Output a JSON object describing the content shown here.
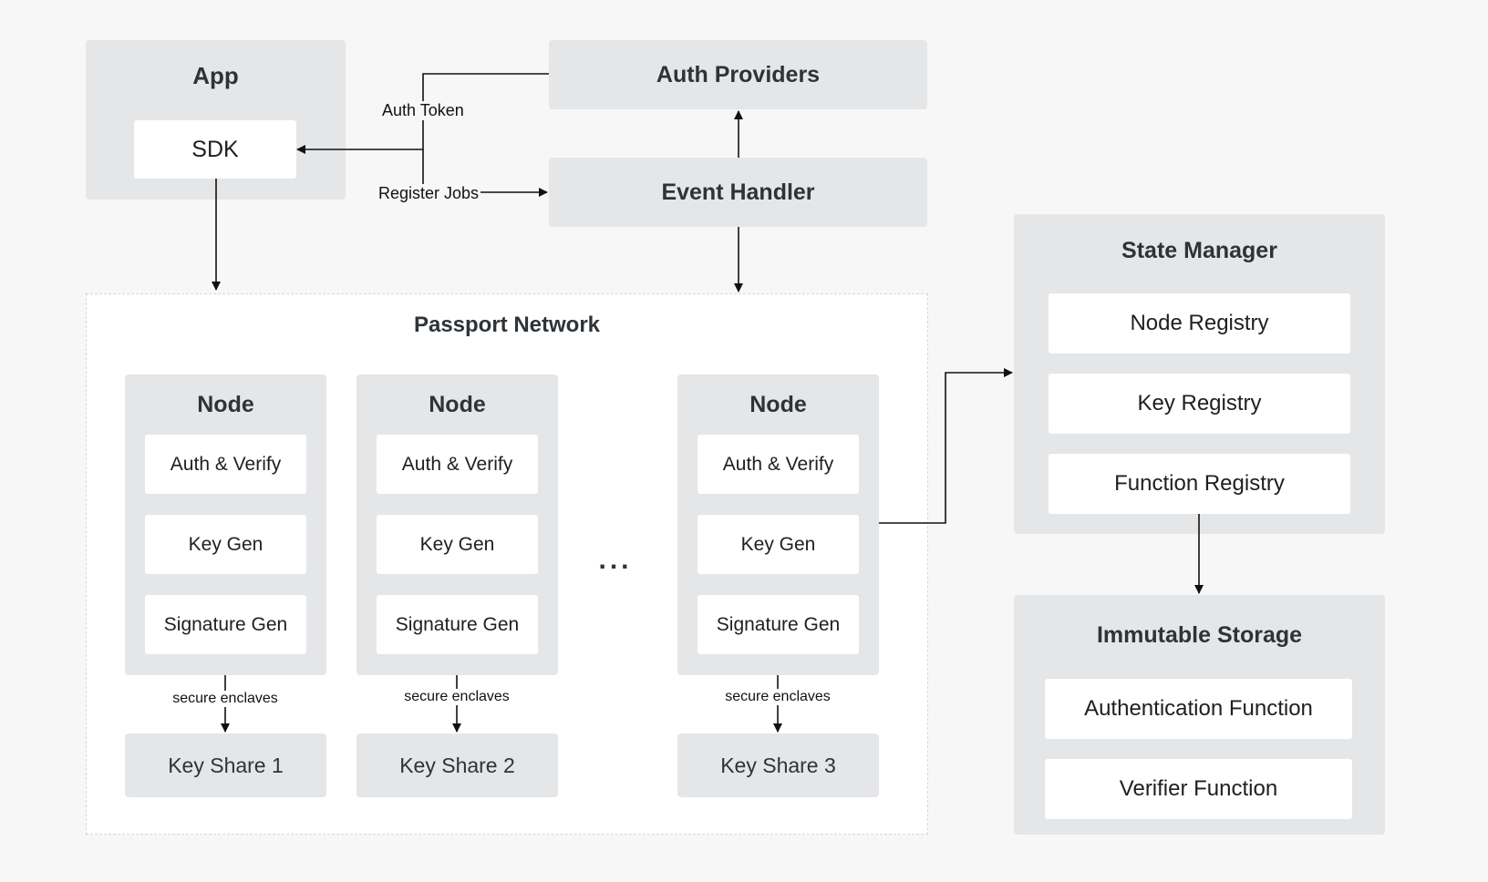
{
  "app": {
    "title": "App",
    "sdk": "SDK"
  },
  "auth_providers": {
    "title": "Auth Providers"
  },
  "event_handler": {
    "title": "Event Handler"
  },
  "edges": {
    "auth_token": "Auth Token",
    "register_jobs": "Register Jobs"
  },
  "passport_network": {
    "title": "Passport Network",
    "ellipsis": "...",
    "nodes": [
      {
        "title": "Node",
        "items": [
          "Auth & Verify",
          "Key Gen",
          "Signature Gen"
        ],
        "enclave_label": "secure enclaves",
        "key_share": "Key Share 1"
      },
      {
        "title": "Node",
        "items": [
          "Auth & Verify",
          "Key Gen",
          "Signature Gen"
        ],
        "enclave_label": "secure enclaves",
        "key_share": "Key Share 2"
      },
      {
        "title": "Node",
        "items": [
          "Auth & Verify",
          "Key Gen",
          "Signature Gen"
        ],
        "enclave_label": "secure enclaves",
        "key_share": "Key Share 3"
      }
    ]
  },
  "state_manager": {
    "title": "State Manager",
    "items": [
      "Node Registry",
      "Key Registry",
      "Function Registry"
    ]
  },
  "immutable_storage": {
    "title": "Immutable Storage",
    "items": [
      "Authentication Function",
      "Verifier Function"
    ]
  }
}
